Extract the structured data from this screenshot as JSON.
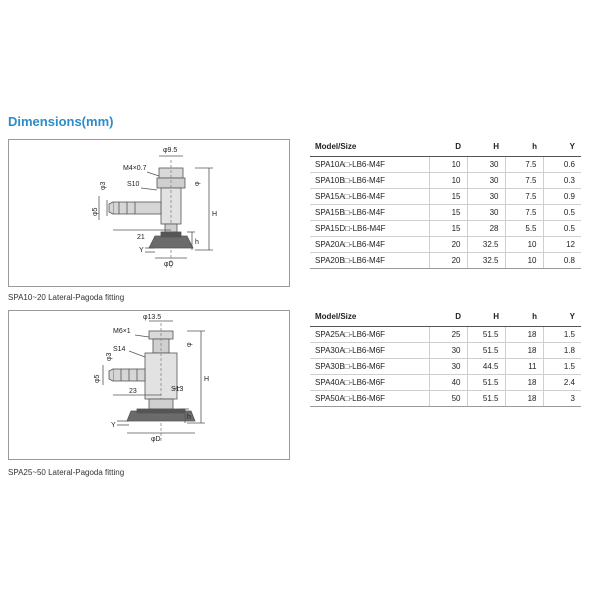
{
  "section_title": "Dimensions(mm)",
  "figure1": {
    "caption": "SPA10~20    Lateral-Pagoda fitting",
    "labels": {
      "m_thread": "M4×0.7",
      "phi_top": "φ9.5",
      "s_nut": "S10",
      "phi_d3": "φ3",
      "phi_d5": "φ5",
      "len": "21",
      "h_cap": "H",
      "h_low": "h",
      "y": "Y",
      "phi_d": "φD",
      "phi_small": "φ"
    }
  },
  "figure2": {
    "caption": "SPA25~50    Lateral-Pagoda fitting",
    "labels": {
      "m_thread": "M6×1",
      "phi_top": "φ13.5",
      "s_nut": "S14",
      "phi_d3": "φ3",
      "phi_d5": "φ5",
      "s_body": "S13",
      "len": "23",
      "h_cap": "H",
      "h_low": "h",
      "y": "Y",
      "phi_d": "φD",
      "phi_small": "φ"
    }
  },
  "table1": {
    "headers": [
      "Model/Size",
      "D",
      "H",
      "h",
      "Y"
    ],
    "rows": [
      [
        "SPA10A□-LB6-M4F",
        "10",
        "30",
        "7.5",
        "0.6"
      ],
      [
        "SPA10B□-LB6-M4F",
        "10",
        "30",
        "7.5",
        "0.3"
      ],
      [
        "SPA15A□-LB6-M4F",
        "15",
        "30",
        "7.5",
        "0.9"
      ],
      [
        "SPA15B□-LB6-M4F",
        "15",
        "30",
        "7.5",
        "0.5"
      ],
      [
        "SPA15D□-LB6-M4F",
        "15",
        "28",
        "5.5",
        "0.5"
      ],
      [
        "SPA20A□-LB6-M4F",
        "20",
        "32.5",
        "10",
        "12"
      ],
      [
        "SPA20B□-LB6-M4F",
        "20",
        "32.5",
        "10",
        "0.8"
      ]
    ]
  },
  "table2": {
    "headers": [
      "Model/Size",
      "D",
      "H",
      "h",
      "Y"
    ],
    "rows": [
      [
        "SPA25A□-LB6-M6F",
        "25",
        "51.5",
        "18",
        "1.5"
      ],
      [
        "SPA30A□-LB6-M6F",
        "30",
        "51.5",
        "18",
        "1.8"
      ],
      [
        "SPA30B□-LB6-M6F",
        "30",
        "44.5",
        "11",
        "1.5"
      ],
      [
        "SPA40A□-LB6-M6F",
        "40",
        "51.5",
        "18",
        "2.4"
      ],
      [
        "SPA50A□-LB6-M6F",
        "50",
        "51.5",
        "18",
        "3"
      ]
    ]
  }
}
